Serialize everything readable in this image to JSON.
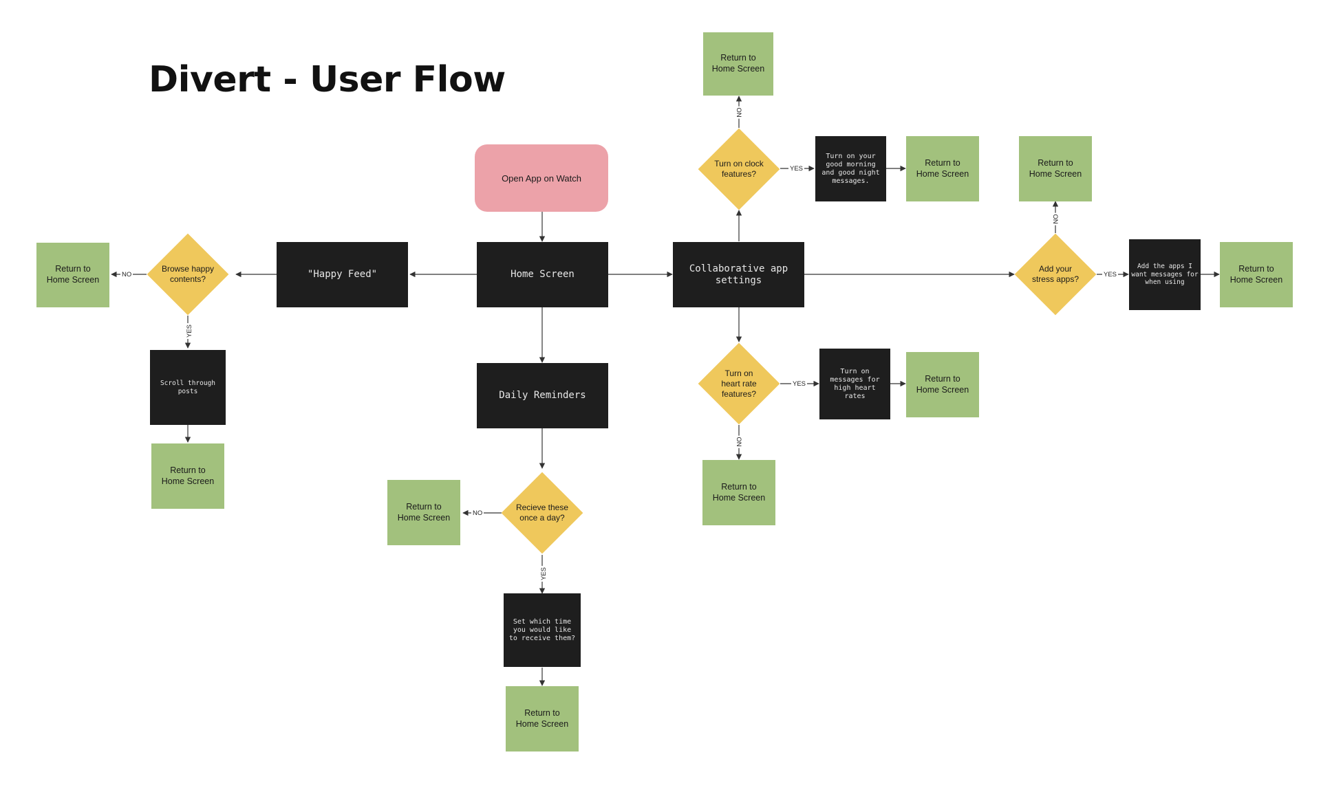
{
  "title": "Divert - User Flow",
  "nodes": {
    "open_app": "Open App on Watch",
    "home": "Home Screen",
    "happy_feed": "\"Happy Feed\"",
    "browse_q": "Browse happy\ncontents?",
    "scroll_posts": "Scroll through\nposts",
    "daily_reminders": "Daily Reminders",
    "receive_q": "Recieve these\nonce a day?",
    "set_time": "Set which time\nyou would like\nto receive them?",
    "collab": "Collaborative app\nsettings",
    "clock_q": "Turn on clock\nfeatures?",
    "clock_msgs": "Turn on your\ngood morning\nand good night\nmessages.",
    "heart_q": "Turn on\nheart rate\nfeatures?",
    "heart_msgs": "Turn on\nmessages for\nhigh heart\nrates",
    "stress_q": "Add your\nstress apps?",
    "stress_apps": "Add the apps I\nwant messages for\nwhen using",
    "return_home": "Return to\nHome Screen"
  },
  "edge_labels": {
    "yes": "YES",
    "no": "NO"
  },
  "colors": {
    "process": "#1e1e1e",
    "decision": "#efc85c",
    "return": "#a2c17d",
    "start": "#eca2a9",
    "edge": "#333333"
  }
}
